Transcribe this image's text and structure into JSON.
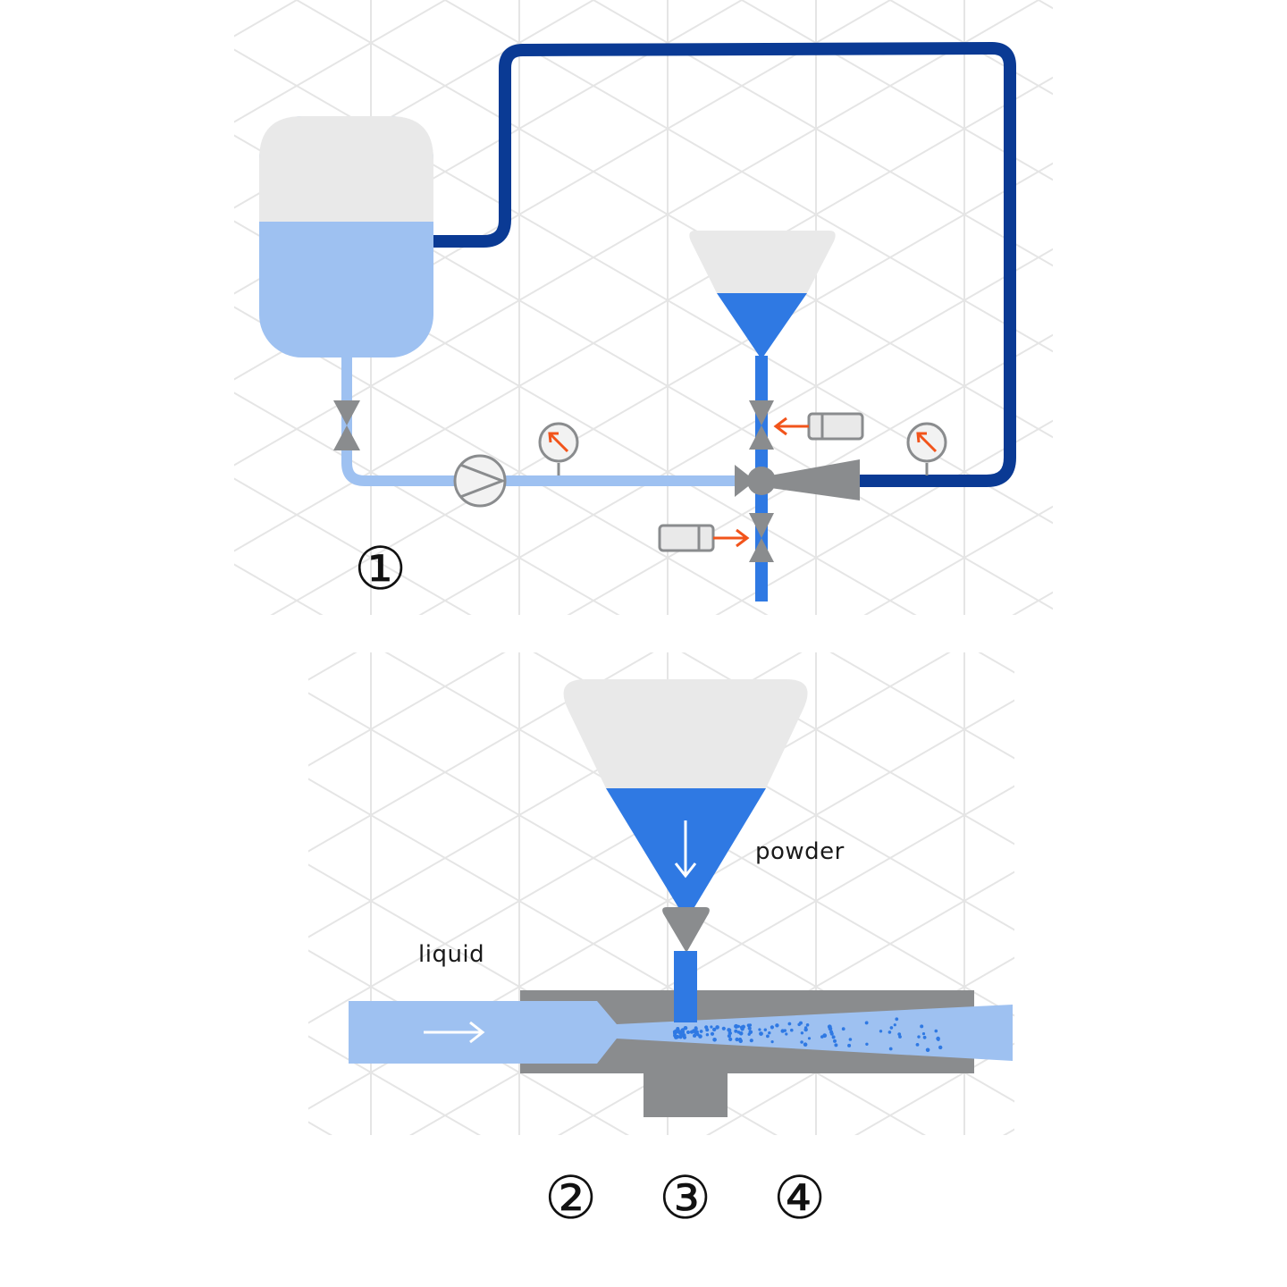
{
  "labels": {
    "powder": "powder",
    "liquid": "liquid"
  },
  "steps": [
    "①",
    "②",
    "③",
    "④"
  ],
  "colors": {
    "return_pipe": "#0a3a94",
    "feed_pipe": "#9ec1f1",
    "powder_blue": "#2f79e3",
    "grey": "#8a8c8e",
    "light_grey": "#e9e9e9",
    "actuator_arrow": "#f2541b"
  }
}
